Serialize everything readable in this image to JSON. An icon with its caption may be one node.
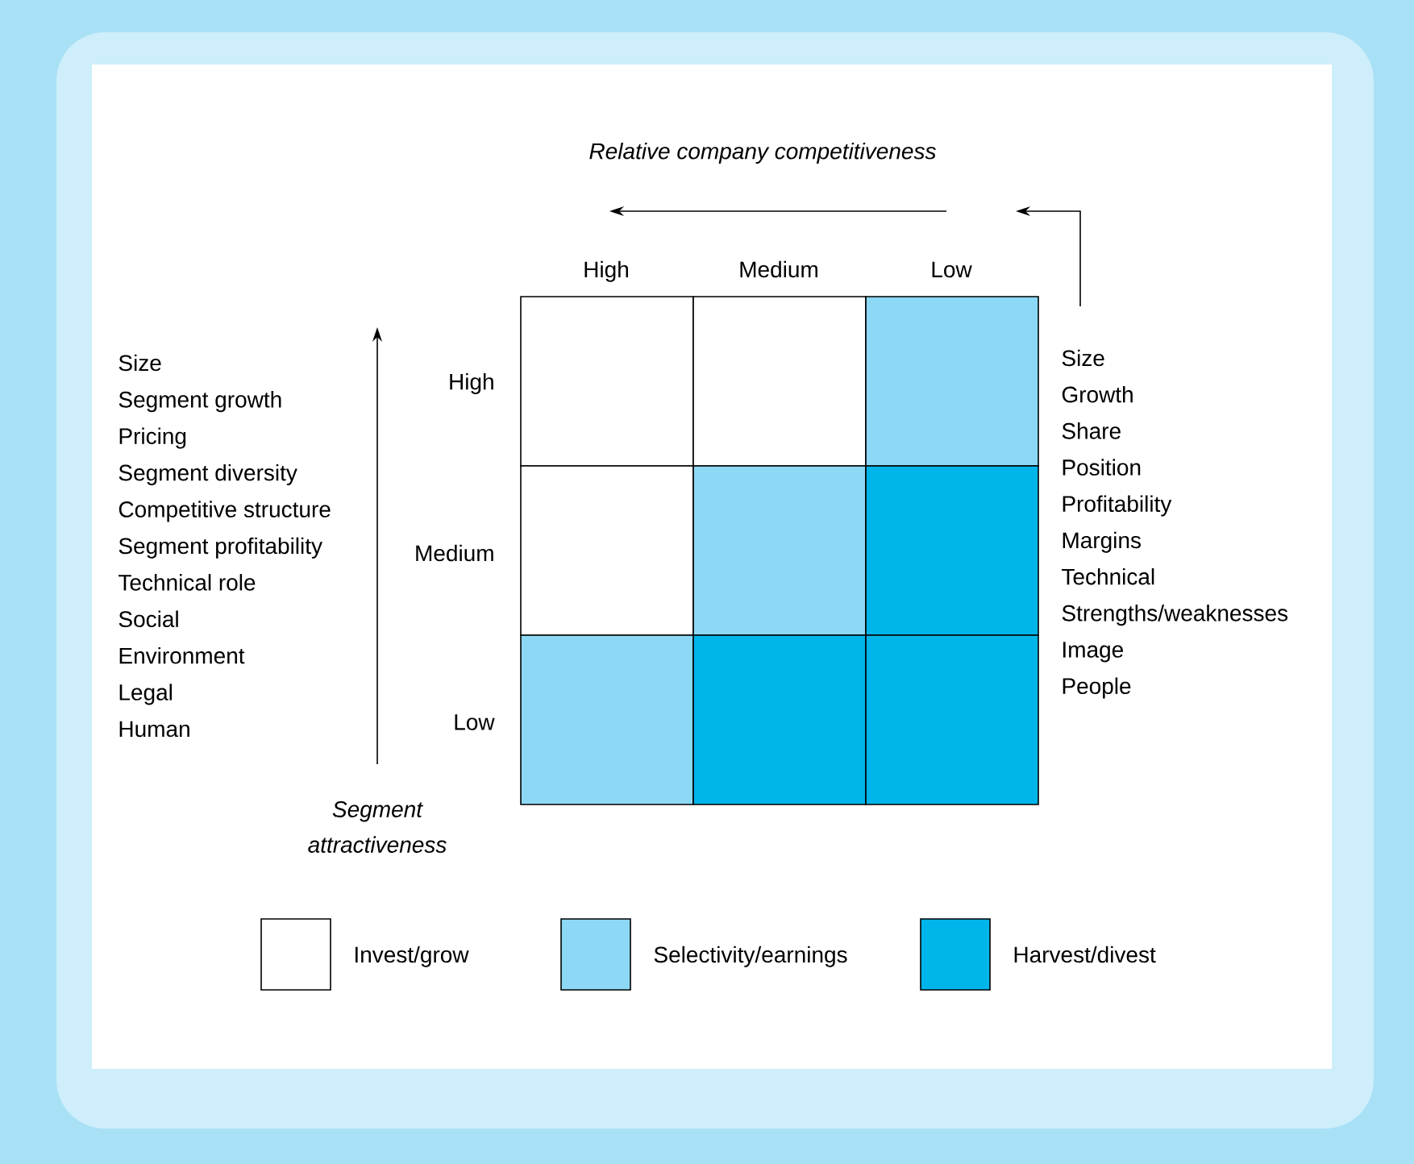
{
  "diagram": {
    "labels": [
      "Relative company competitiveness",
      "High",
      "Medium",
      "Low",
      "Size",
      "Segment growth",
      "Pricing",
      "Segment diversity",
      "Competitive structure",
      "Segment profitability",
      "Technical role",
      "Social",
      "Environment",
      "Legal",
      "Human",
      "High",
      "Medium",
      "Low",
      "Size",
      "Growth",
      "Share",
      "Position",
      "Profitability",
      "Margins",
      "Technical",
      "Strengths/weaknesses",
      "Image",
      "People",
      "Segment attractiveness"
    ],
    "legend": [
      {
        "text": "Invest/grow"
      },
      {
        "text": "Selectivity/earnings",
        "color": "#8dd8f5"
      },
      {
        "text": "Harvest/divest",
        "color": "#00b5ea"
      }
    ]
  }
}
